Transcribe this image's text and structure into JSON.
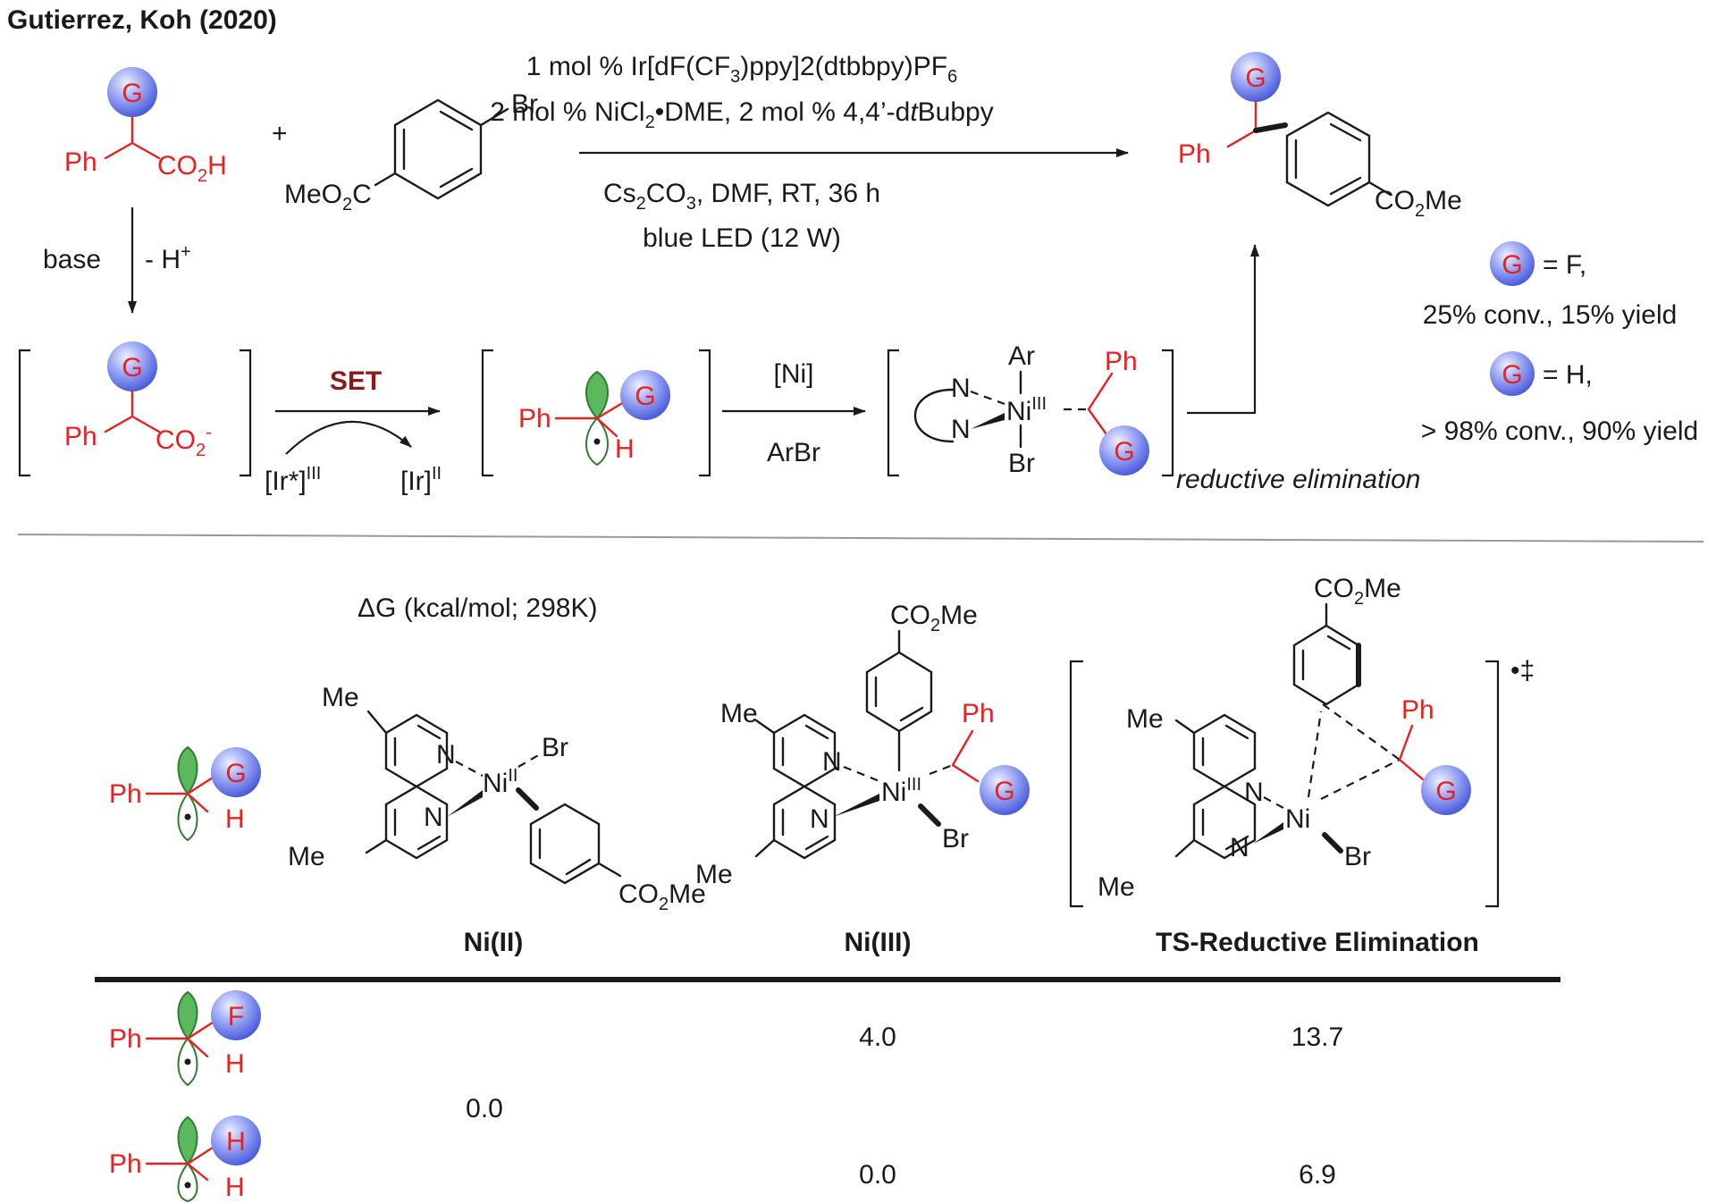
{
  "header": {
    "citation": "Gutierrez, Koh (2020)"
  },
  "g_label": "G",
  "reaction": {
    "plus": "+",
    "substrate": {
      "ph": "Ph",
      "acid": "CO",
      "acid_sub": "2",
      "acid_h": "H"
    },
    "aryl_bromide": {
      "br": "Br",
      "ester_a": "MeO",
      "ester_sub": "2",
      "ester_b": "C"
    },
    "conditions": {
      "line1_a": "1 mol % Ir[dF(CF",
      "line1_sub1": "3",
      "line1_b": ")ppy]2(dtbbpy)PF",
      "line1_sub2": "6",
      "line2_a": "2 mol % NiCl",
      "line2_sub": "2",
      "line2_b": "•DME, 2 mol % 4,4’-d",
      "line2_it": "t",
      "line2_c": "Bubpy",
      "line3_a": "Cs",
      "line3_sub1": "2",
      "line3_b": "CO",
      "line3_sub2": "3",
      "line3_c": ", DMF, RT, 36 h",
      "line4": "blue LED (12 W)"
    },
    "product": {
      "ph": "Ph",
      "ester_a": "CO",
      "ester_sub": "2",
      "ester_b": "Me"
    }
  },
  "mechanism": {
    "base": "base",
    "deprot_a": "- H",
    "deprot_sup": "+",
    "carboxylate": {
      "ph": "Ph",
      "co_a": "CO",
      "co_sub": "2",
      "co_sup": "-"
    },
    "set_label": "SET",
    "ir_star_a": "[Ir*]",
    "ir_star_sup": "III",
    "ir_ii_a": "[Ir]",
    "ir_ii_sup": "II",
    "radical": {
      "ph": "Ph",
      "h": "H"
    },
    "ni_label": "[Ni]",
    "arbr_label": "ArBr",
    "ni3_complex": {
      "ar": "Ar",
      "n1": "N",
      "n2": "N",
      "ni": "Ni",
      "ni_sup": "III",
      "br": "Br",
      "ph": "Ph"
    },
    "reductive_elimination": "reductive elimination"
  },
  "results": {
    "entry_f": {
      "g": "G",
      "eq": "= F,",
      "stats": "25% conv., 15% yield"
    },
    "entry_h": {
      "g": "G",
      "eq": "= H,",
      "stats": "> 98% conv., 90% yield"
    }
  },
  "energy": {
    "title": "ΔG (kcal/mol; 298K)",
    "radical": {
      "ph": "Ph",
      "h": "H",
      "g": "G"
    },
    "ni2": {
      "label": "Ni(II)",
      "me1": "Me",
      "me2": "Me",
      "n1": "N",
      "n2": "N",
      "ni": "Ni",
      "ni_sup": "II",
      "br": "Br",
      "ester_a": "CO",
      "ester_sub": "2",
      "ester_b": "Me"
    },
    "ni3": {
      "label": "Ni(III)",
      "me1": "Me",
      "me2": "Me",
      "n1": "N",
      "n2": "N",
      "ni": "Ni",
      "ni_sup": "III",
      "br": "Br",
      "ph": "Ph",
      "g": "G",
      "ester_a": "CO",
      "ester_sub": "2",
      "ester_b": "Me"
    },
    "ts": {
      "label": "TS-Reductive Elimination",
      "me1": "Me",
      "me2": "Me",
      "n1": "N",
      "n2": "N",
      "ni": "Ni",
      "br": "Br",
      "ph": "Ph",
      "g": "G",
      "ester_a": "CO",
      "ester_sub": "2",
      "ester_b": "Me",
      "dagger": "•‡"
    }
  },
  "table": {
    "rows": [
      {
        "ph": "Ph",
        "sub": "F",
        "h": "H",
        "ni3": "4.0",
        "ts": "13.7"
      },
      {
        "ph": "Ph",
        "sub": "H",
        "h": "H",
        "ni3": "0.0",
        "ts": "6.9"
      }
    ],
    "ni2_shared": "0.0"
  }
}
